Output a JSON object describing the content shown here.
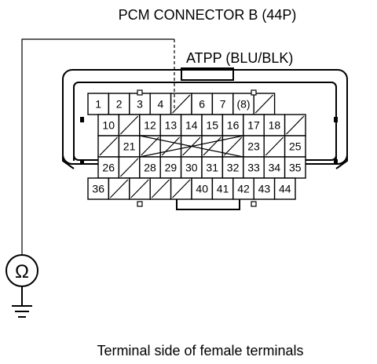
{
  "title": "PCM CONNECTOR B (44P)",
  "wire_label": "ATPP (BLU/BLK)",
  "caption": "Terminal side of female terminals",
  "meter_symbol": "Ω",
  "meter_icon": "ohmmeter-icon",
  "ground_icon": "ground-icon",
  "probed_terminal": "4",
  "rows": [
    [
      "1",
      "2",
      "3",
      "4",
      "",
      "6",
      "7",
      "(8)",
      ""
    ],
    [
      "10",
      "",
      "12",
      "13",
      "14",
      "15",
      "16",
      "17",
      "18",
      ""
    ],
    [
      "",
      "21",
      "",
      "",
      "",
      "",
      "",
      "23",
      "",
      "25"
    ],
    [
      "26",
      "",
      "28",
      "29",
      "30",
      "31",
      "32",
      "33",
      "34",
      "35"
    ],
    [
      "36",
      "",
      "",
      "",
      "",
      "40",
      "41",
      "42",
      "43",
      "44"
    ]
  ]
}
